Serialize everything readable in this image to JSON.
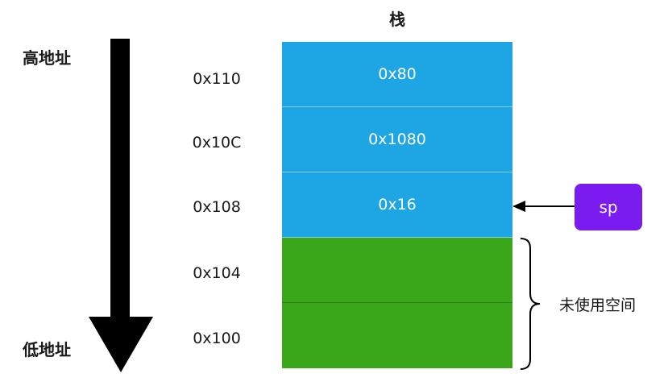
{
  "title": "栈",
  "high_address_label": "高地址",
  "low_address_label": "低地址",
  "stack_cells": [
    {
      "address": "0x110",
      "value": "0x80",
      "state": "used"
    },
    {
      "address": "0x10C",
      "value": "0x1080",
      "state": "used"
    },
    {
      "address": "0x108",
      "value": "0x16",
      "state": "used"
    },
    {
      "address": "0x104",
      "value": "",
      "state": "unused"
    },
    {
      "address": "0x100",
      "value": "",
      "state": "unused"
    }
  ],
  "pointer": {
    "label": "sp",
    "points_to": "0x108"
  },
  "unused_space_label": "未使用空间",
  "colors": {
    "used": "#1da6e3",
    "unused": "#3aa81a",
    "pointer_box": "#7a1bf0",
    "arrow": "#000000"
  },
  "icons": {
    "direction_arrow": "arrow-down-icon",
    "pointer_arrow": "arrow-left-icon",
    "brace": "right-curly-brace-icon"
  }
}
